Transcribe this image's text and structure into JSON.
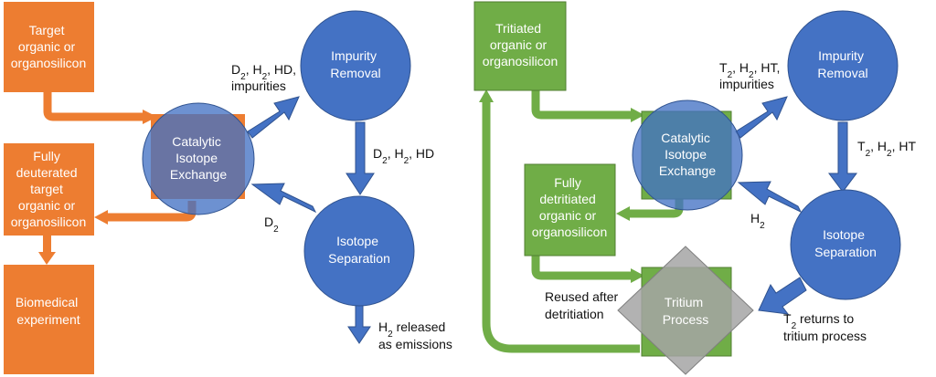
{
  "colors": {
    "orange": "#ED7D31",
    "orange_dark": "#C55A11",
    "green": "#70AD47",
    "green_dark": "#507E32",
    "blue": "#4472C4",
    "blue_dark": "#2F528F",
    "gray": "#A5A5A5",
    "text_on_shape": "#FFFFFF",
    "label_text": "#111111"
  },
  "left": {
    "target_box": [
      "Target",
      "organic or",
      "organosilicon"
    ],
    "deuterated_box": [
      "Fully",
      "deuterated",
      "target",
      "organic or",
      "organosilicon"
    ],
    "biomedical_box": [
      "Biomedical",
      "experiment"
    ],
    "catalytic_circle": [
      "Catalytic",
      "Isotope",
      "Exchange"
    ],
    "impurity_circle": [
      "Impurity",
      "Removal"
    ],
    "separation_circle": [
      "Isotope",
      "Separation"
    ],
    "label_to_impurity": {
      "line1_parts": [
        "D",
        "2",
        ", H",
        "2",
        ", HD,"
      ],
      "line2": "impurities"
    },
    "label_to_separation": {
      "parts": [
        "D",
        "2",
        ", H",
        "2",
        ", HD"
      ]
    },
    "label_return": {
      "parts": [
        "D",
        "2"
      ]
    },
    "label_emissions": {
      "line1_parts": [
        "H",
        "2",
        " released"
      ],
      "line2": "as emissions"
    }
  },
  "right": {
    "tritiated_box": [
      "Tritiated",
      "organic or",
      "organosilicon"
    ],
    "detritiated_box": [
      "Fully",
      "detritiated",
      "organic or",
      "organosilicon"
    ],
    "catalytic_circle": [
      "Catalytic",
      "Isotope",
      "Exchange"
    ],
    "impurity_circle": [
      "Impurity",
      "Removal"
    ],
    "separation_circle": [
      "Isotope",
      "Separation"
    ],
    "tritium_process": [
      "Tritium",
      "Process"
    ],
    "label_to_impurity": {
      "line1_parts": [
        "T",
        "2",
        ", H",
        "2",
        ", HT,"
      ],
      "line2": "impurities"
    },
    "label_to_separation": {
      "parts": [
        "T",
        "2",
        ", H",
        "2",
        ", HT"
      ]
    },
    "label_return": {
      "parts": [
        "H",
        "2"
      ]
    },
    "label_reused": [
      "Reused after",
      "detritiation"
    ],
    "label_t2_returns": {
      "line1_parts": [
        "T",
        "2",
        " returns to"
      ],
      "line2": "tritium process"
    }
  }
}
